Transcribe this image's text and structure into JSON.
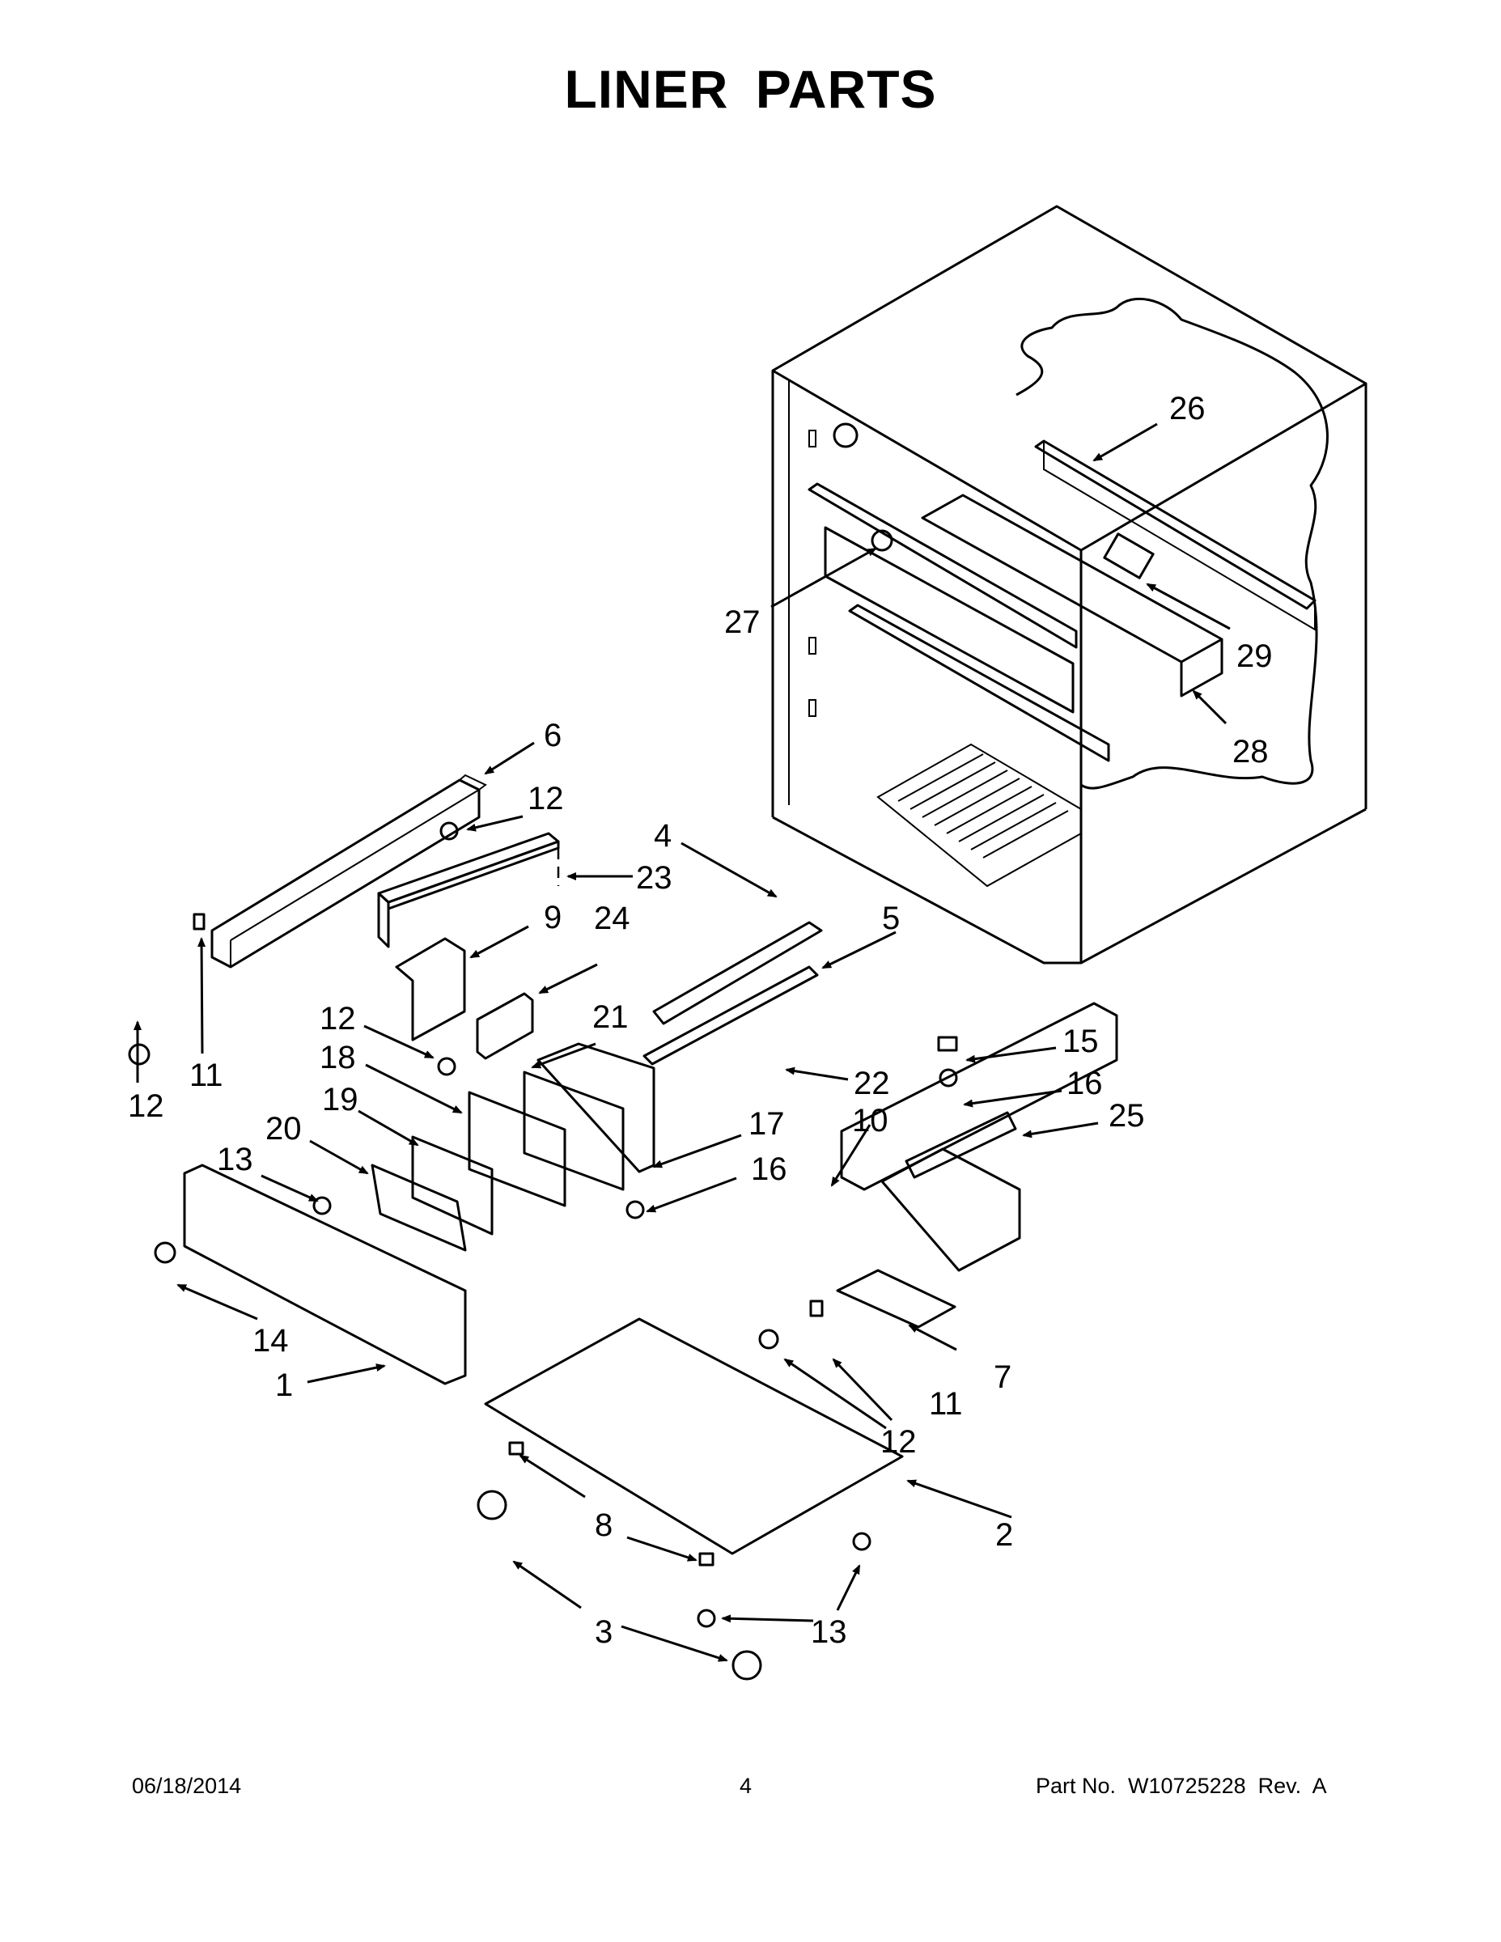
{
  "title": "LINER PARTS",
  "footer": {
    "date": "06/18/2014",
    "page": "4",
    "part_number": "Part No.  W10725228  Rev.  A"
  },
  "callouts": [
    "26",
    "27",
    "29",
    "28",
    "6",
    "12",
    "23",
    "4",
    "9",
    "24",
    "5",
    "12",
    "21",
    "18",
    "22",
    "15",
    "19",
    "17",
    "16",
    "20",
    "13",
    "10",
    "16",
    "25",
    "14",
    "11",
    "12",
    "1",
    "7",
    "11",
    "12",
    "2",
    "8",
    "3",
    "13"
  ]
}
